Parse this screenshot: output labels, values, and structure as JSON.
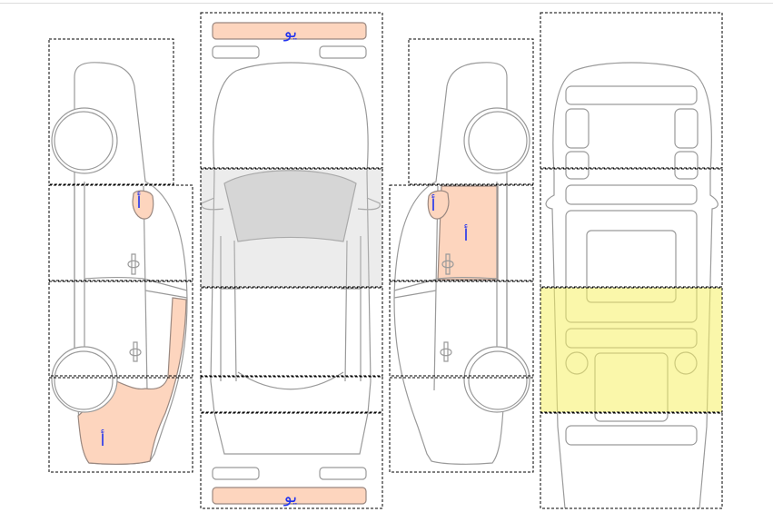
{
  "labels": {
    "left_mirror": "أ",
    "left_rear_quarter": "أ",
    "right_mirror": "أ",
    "right_front_door": "أ",
    "front_bumper": "يو",
    "rear_bumper": "يو"
  },
  "colors": {
    "damage": "#fdd5be",
    "selected_gray": "#e6e6e6",
    "selected_yellow": "#f8f6a0",
    "label": "#2233ee"
  }
}
